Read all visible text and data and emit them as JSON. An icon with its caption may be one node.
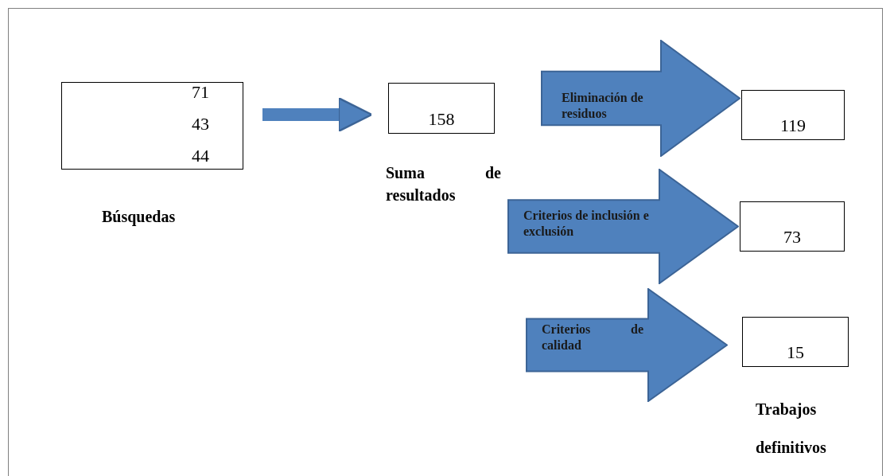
{
  "diagram": {
    "nodes": [
      {
        "text": [
          "71",
          "43",
          "44"
        ]
      },
      {
        "text": [
          "158"
        ]
      },
      {
        "text": [
          "Eliminación de residuos"
        ]
      },
      {
        "text": [
          "119"
        ]
      },
      {
        "text": [
          "Criterios de inclusión e exclusión"
        ]
      },
      {
        "text": [
          "73"
        ]
      },
      {
        "text": [
          "Criterios de calidad"
        ]
      },
      {
        "text": [
          "15"
        ]
      }
    ],
    "edges": [
      {
        "from": 0,
        "to": 1,
        "arrow": "to"
      }
    ],
    "labels": [
      "Búsquedas",
      "Suma de resultados",
      "Trabajos definitivos"
    ]
  }
}
